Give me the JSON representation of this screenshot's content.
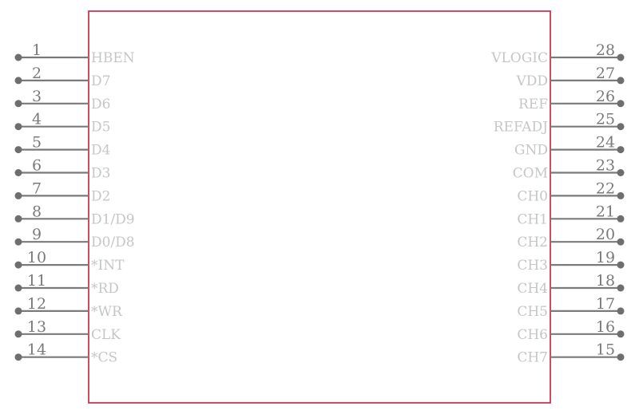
{
  "component": {
    "outline_color": "#c81e3c",
    "pin_color": "#7a7a7a",
    "label_color": "#c6c6c6",
    "left_pins": [
      {
        "number": "1",
        "name": "HBEN"
      },
      {
        "number": "2",
        "name": "D7"
      },
      {
        "number": "3",
        "name": "D6"
      },
      {
        "number": "4",
        "name": "D5"
      },
      {
        "number": "5",
        "name": "D4"
      },
      {
        "number": "6",
        "name": "D3"
      },
      {
        "number": "7",
        "name": "D2"
      },
      {
        "number": "8",
        "name": "D1/D9"
      },
      {
        "number": "9",
        "name": "D0/D8"
      },
      {
        "number": "10",
        "name": "*INT"
      },
      {
        "number": "11",
        "name": "*RD"
      },
      {
        "number": "12",
        "name": "*WR"
      },
      {
        "number": "13",
        "name": "CLK"
      },
      {
        "number": "14",
        "name": "*CS"
      }
    ],
    "right_pins": [
      {
        "number": "28",
        "name": "VLOGIC"
      },
      {
        "number": "27",
        "name": "VDD"
      },
      {
        "number": "26",
        "name": "REF"
      },
      {
        "number": "25",
        "name": "REFADJ"
      },
      {
        "number": "24",
        "name": "GND"
      },
      {
        "number": "23",
        "name": "COM"
      },
      {
        "number": "22",
        "name": "CH0"
      },
      {
        "number": "21",
        "name": "CH1"
      },
      {
        "number": "20",
        "name": "CH2"
      },
      {
        "number": "19",
        "name": "CH3"
      },
      {
        "number": "18",
        "name": "CH4"
      },
      {
        "number": "17",
        "name": "CH5"
      },
      {
        "number": "16",
        "name": "CH6"
      },
      {
        "number": "15",
        "name": "CH7"
      }
    ]
  }
}
